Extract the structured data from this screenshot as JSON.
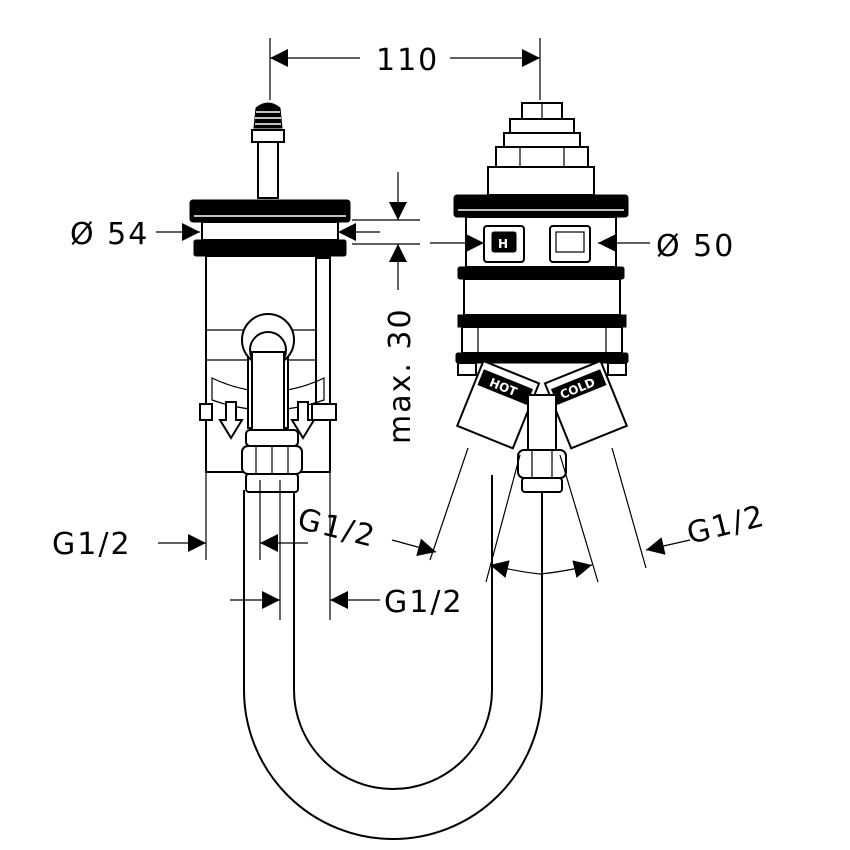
{
  "dimensions": {
    "center_distance": "110",
    "left_diameter": "Ø 54",
    "right_diameter": "Ø 50",
    "max_depth": "max. 30",
    "thread_outer_left": "G1/2",
    "thread_inner_left": "G1/2",
    "thread_left_outlet": "G1/2",
    "thread_bottom_center": "G1/2",
    "thread_right": "G1/2"
  },
  "labels": {
    "hot": "HOT",
    "cold": "COLD",
    "hot_mark": "H"
  },
  "colors": {
    "line": "#000000",
    "background": "#ffffff"
  }
}
